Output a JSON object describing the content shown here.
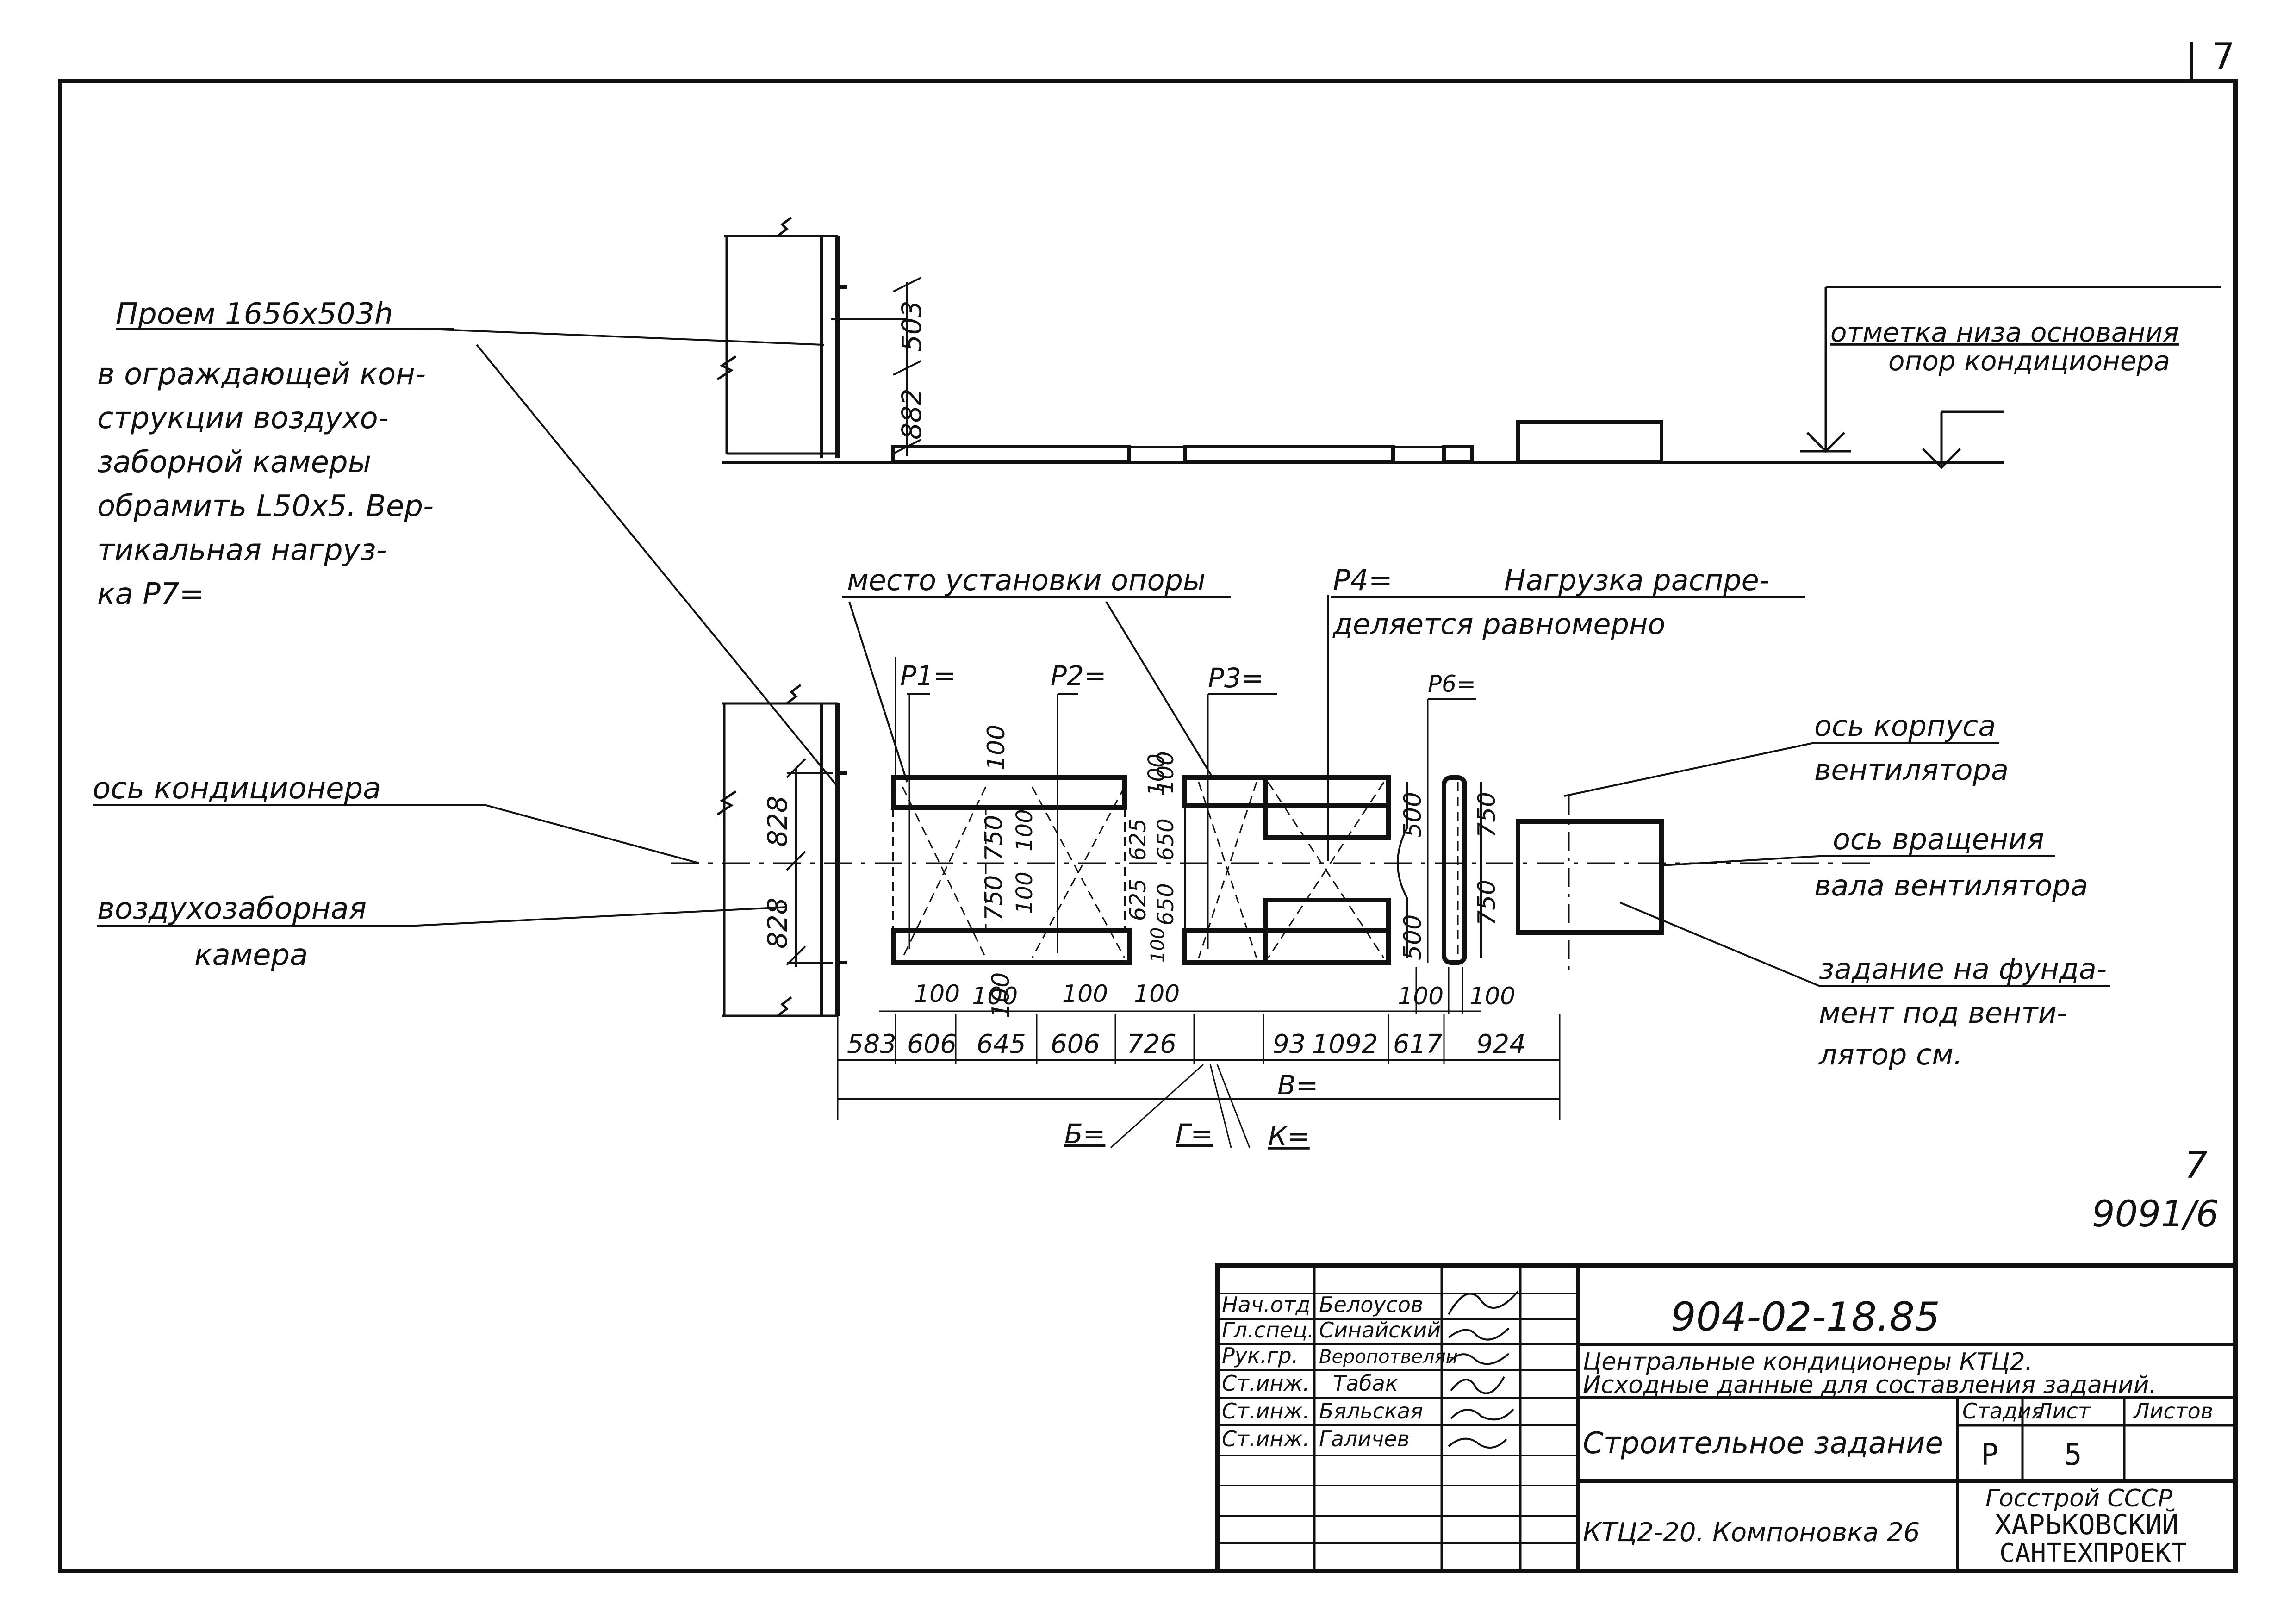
{
  "sheet": {
    "page_number": "7",
    "ink_color": "#111111",
    "paper_color": "#ffffff"
  },
  "elevation": {
    "opening_label": "Проем 1656х503h",
    "opening_note": [
      "в ограждающей кон-",
      "струкции воздухо-",
      "заборной камеры",
      "обрамить L50х5. Вер-",
      "тикальная нагруз-",
      "ка P7="
    ],
    "dim_503": "503",
    "dim_882": "882",
    "base_mark_label": [
      "отметка низа основания",
      "опор кондиционера"
    ]
  },
  "plan": {
    "support_place": "место установки опоры",
    "p4_label": "P4=",
    "load_note": [
      "Нагрузка распре-",
      "деляется равномерно"
    ],
    "p1": "P1=",
    "p2": "P2=",
    "p3": "P3=",
    "p6": "P6=",
    "conditioner_axis": "ось кондиционера",
    "intake_chamber": [
      "воздухозаборная",
      "камера"
    ],
    "fan_body_axis": [
      "ось корпуса",
      "вентилятора"
    ],
    "rotation_axis": [
      "ось вращения",
      "вала вентилятора"
    ],
    "foundation_task": [
      "задание на фунда-",
      "мент под венти-",
      "лятор см."
    ],
    "dim_828_top": "828",
    "dim_828_bottom": "828",
    "dim_100": "100",
    "dim_750": "750",
    "dim_625": "625",
    "dim_650": "650",
    "dim_500": "500",
    "bottom_dims": [
      "583",
      "606",
      "645",
      "606",
      "726",
      "93",
      "1092",
      "617",
      "924"
    ],
    "b_label": "B=",
    "b_cyr_label": "Б=",
    "g_label": "Г=",
    "k_label": "К="
  },
  "sheet_ref": {
    "num": "7",
    "code": "9091/6"
  },
  "title_block": {
    "people": [
      {
        "role": "Нач.отд",
        "name": "Белоусов"
      },
      {
        "role": "Гл.спец.",
        "name": "Синайский"
      },
      {
        "role": "Рук.гр.",
        "name": "Веропотвелян"
      },
      {
        "role": "Ст.инж.",
        "name": "Табак"
      },
      {
        "role": "Ст.инж.",
        "name": "Бяльская"
      },
      {
        "role": "Ст.инж.",
        "name": "Галичев"
      }
    ],
    "doc_code": "904-02-18.85",
    "title_1": "Центральные кондиционеры КТЦ2.",
    "title_2": "Исходные данные для составления заданий.",
    "sheet_name": "Строительное задание",
    "stage_label": "Стадия",
    "sheet_label": "Лист",
    "sheets_label": "Листов",
    "stage_value": "Р",
    "sheet_value": "5",
    "layout_name": "КТЦ2-20. Компоновка 26",
    "org_1": "Госстрой СССР",
    "org_2": "ХАРЬКОВСКИЙ",
    "org_3": "САНТЕХПРОЕКТ"
  }
}
